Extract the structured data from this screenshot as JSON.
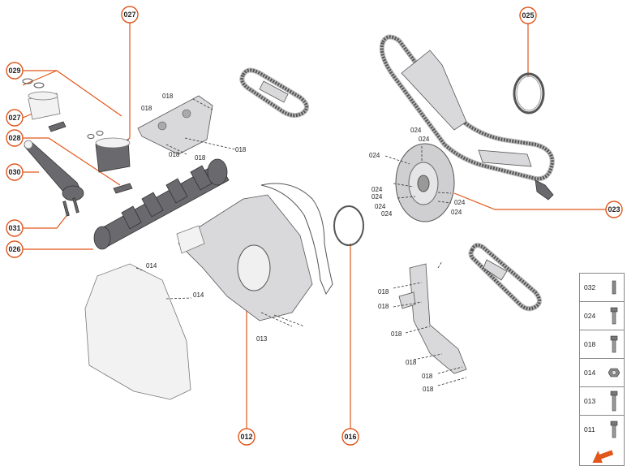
{
  "callouts": {
    "c027a": "027",
    "c029": "029",
    "c027b": "027",
    "c028": "028",
    "c030": "030",
    "c031": "031",
    "c026": "026",
    "c025": "025",
    "c023": "023",
    "c012": "012",
    "c016": "016"
  },
  "labels": {
    "l018_a": "018",
    "l018_b": "018",
    "l018_c": "018",
    "l018_d": "018",
    "l018_e": "018",
    "l014_a": "014",
    "l014_b": "014",
    "l013": "013",
    "l024_a": "024",
    "l024_b": "024",
    "l024_c": "024",
    "l024_d": "024",
    "l024_e": "024",
    "l024_f": "024",
    "l024_g": "024",
    "l024_h": "024",
    "l024_i": "024",
    "l018_f": "018",
    "l018_g": "018",
    "l018_h": "018",
    "l018_i": "018",
    "l018_j": "018",
    "l018_k": "018"
  },
  "legend": {
    "items": [
      {
        "code": "032",
        "icon": "pin-icon"
      },
      {
        "code": "024",
        "icon": "bolt-icon"
      },
      {
        "code": "018",
        "icon": "bolt-icon"
      },
      {
        "code": "014",
        "icon": "nut-icon"
      },
      {
        "code": "013",
        "icon": "long-bolt-icon"
      },
      {
        "code": "011",
        "icon": "bolt-icon"
      }
    ]
  },
  "colors": {
    "accent": "#e0561b",
    "part": "#d9d9db",
    "dark": "#6a6a6e"
  }
}
